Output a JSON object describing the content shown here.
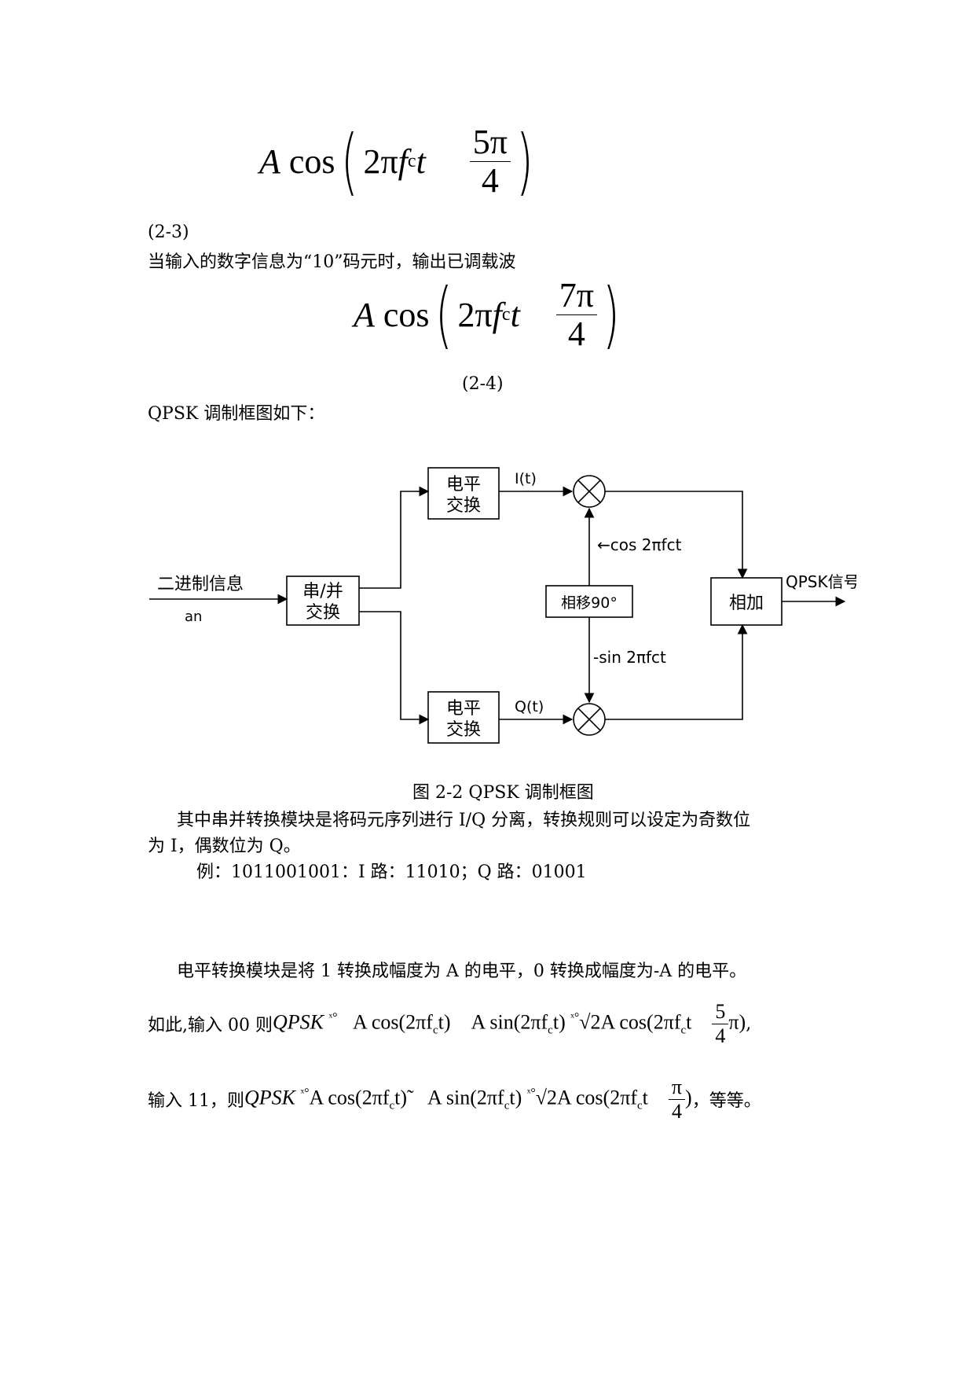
{
  "equations": {
    "eq3": {
      "amp": "A",
      "cos": "cos",
      "twopi": "2π",
      "f": "f",
      "sub": "c",
      "t": "t",
      "num": "5π",
      "den": "4",
      "label": "(2-3)"
    },
    "eq4": {
      "amp": "A",
      "cos": "cos",
      "twopi": "2π",
      "f": "f",
      "sub": "c",
      "t": "t",
      "num": "7π",
      "den": "4",
      "label": "(2-4)"
    }
  },
  "text": {
    "intro10": "当输入的数字信息为“10”码元时，输出已调载波",
    "block_heading": "QPSK 调制框图如下：",
    "figure_caption": "图 2-2   QPSK 调制框图",
    "para1_line1": "其中串并转换模块是将码元序列进行 I/Q 分离，转换规则可以设定为奇数位",
    "para1_line2": "为 I，偶数位为 Q。",
    "example": "例：1011001001：I 路：11010；Q 路：01001",
    "para2": "电平转换模块是将 1 转换成幅度为 A 的电平，0 转换成幅度为-A 的电平。",
    "ex00_prefix": "如此,输入 00 则",
    "ex11_prefix": "输入 11，则",
    "ex11_suffix": "，等等。",
    "comma": ","
  },
  "formula00": {
    "qpsk": "QPSK",
    "g1": "ˣ°",
    "t1": "A cos(2πf",
    "c1": "c",
    "t1b": "t)",
    "t2": "A sin(2πf",
    "c2": "c",
    "t2b": "t)",
    "g2": "ˣ°",
    "t3": "√2A cos(2πf",
    "c3": "c",
    "t3b": "t",
    "num": "5",
    "den": "4",
    "tail": "π)"
  },
  "formula11": {
    "qpsk": "QPSK",
    "g1": "ˣ°",
    "t1": "A cos(2πf",
    "c1": "c",
    "t1b": "t)̃",
    "t2": "A sin(2πf",
    "c2": "c",
    "t2b": "t)",
    "g2": "ˣ°",
    "t3": "√2A cos(2πf",
    "c3": "c",
    "t3b": "t",
    "num": "π",
    "den": "4",
    "tail": ")"
  },
  "diagram": {
    "input_label": "二进制信息",
    "input_sub": "an",
    "serial_parallel": [
      "串/并",
      "交换"
    ],
    "level_top": [
      "电平",
      "交换"
    ],
    "level_bottom": [
      "电平",
      "交换"
    ],
    "i_label": "I(t)",
    "q_label": "Q(t)",
    "cos_label": "←cos 2πfct",
    "sin_label": "-sin 2πfct",
    "phase_shift": "相移90°",
    "adder": "相加",
    "output": "QPSK信号"
  }
}
